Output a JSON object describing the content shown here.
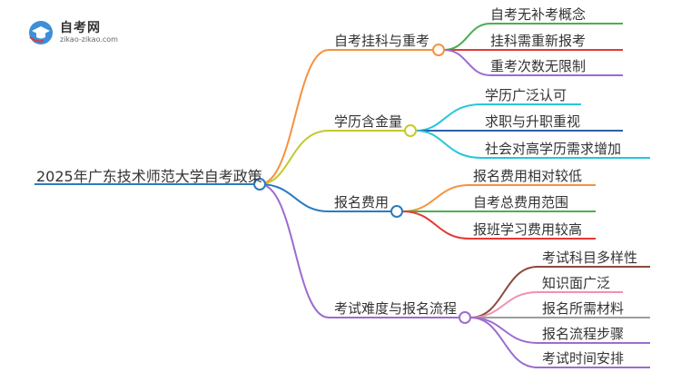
{
  "logo": {
    "title": "自考网",
    "subtitle": "zikao-zikao.com",
    "icon": "graduation-cap-icon"
  },
  "root": "2025年广东技术师范大学自考政策",
  "branches": [
    {
      "label": "自考挂科与重考",
      "color": "#F5923E",
      "children": [
        {
          "label": "自考无补考概念",
          "color": "#4CAF50"
        },
        {
          "label": "挂科需重新报考",
          "color": "#E53935"
        },
        {
          "label": "重考次数无限制",
          "color": "#9C6BD0"
        }
      ]
    },
    {
      "label": "学历含金量",
      "color": "#C5C92E",
      "children": [
        {
          "label": "学历广泛认可",
          "color": "#26C6DA"
        },
        {
          "label": "求职与升职重视",
          "color": "#2E5FA8"
        },
        {
          "label": "社会对高学历需求增加",
          "color": "#26C6DA"
        }
      ]
    },
    {
      "label": "报名费用",
      "color": "#2A7BC0",
      "children": [
        {
          "label": "报名费用相对较低",
          "color": "#F5923E"
        },
        {
          "label": "自考总费用范围",
          "color": "#4CAF50"
        },
        {
          "label": "报班学习费用较高",
          "color": "#E53935"
        }
      ]
    },
    {
      "label": "考试难度与报名流程",
      "color": "#9C6BD0",
      "children": [
        {
          "label": "考试科目多样性",
          "color": "#8B4A3C"
        },
        {
          "label": "知识面广泛",
          "color": "#F48FB1"
        },
        {
          "label": "报名所需材料",
          "color": "#9E9E9E"
        },
        {
          "label": "报名流程步骤",
          "color": "#9C6BD0"
        },
        {
          "label": "考试时间安排",
          "color": "#9C6BD0"
        }
      ]
    }
  ]
}
